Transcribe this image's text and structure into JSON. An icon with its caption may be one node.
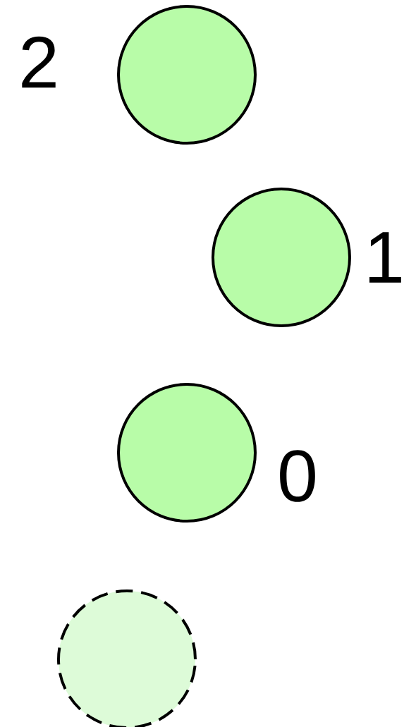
{
  "diagram": {
    "nodes": [
      {
        "text": [],
        "shape": "circle",
        "beside": [
          "2"
        ]
      },
      {
        "text": [],
        "shape": "circle",
        "beside": [
          "1"
        ]
      },
      {
        "text": [],
        "shape": "circle",
        "beside": [
          "0"
        ]
      },
      {
        "text": [],
        "shape": "circle"
      }
    ]
  }
}
